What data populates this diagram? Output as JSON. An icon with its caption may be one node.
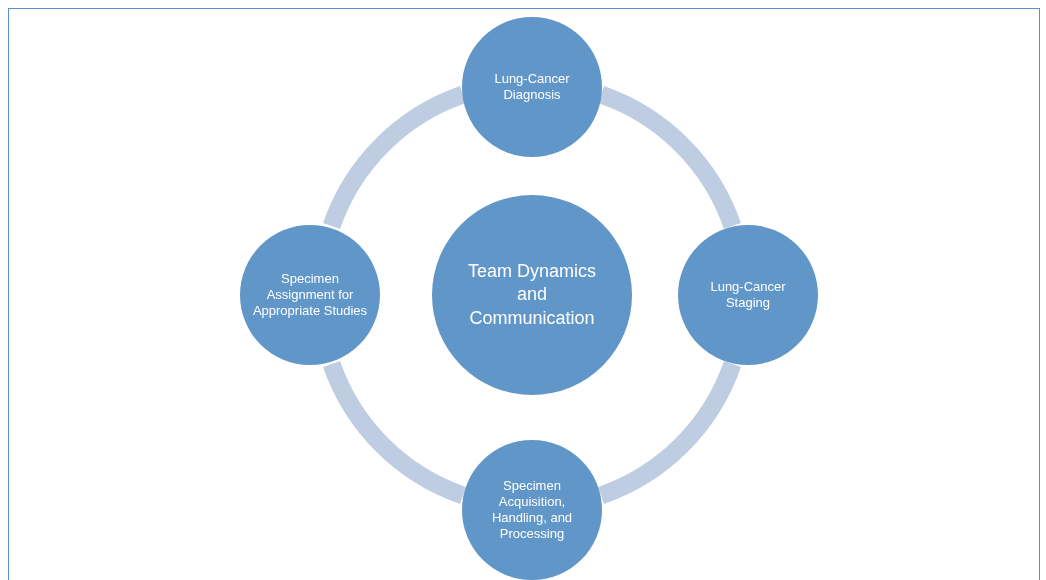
{
  "diagram": {
    "nodes": [
      {
        "text": [
          "Lung-Cancer Diagnosis"
        ]
      },
      {
        "text": [
          "Specimen Assignment for Appropriate Studies"
        ]
      },
      {
        "text": [
          "Team Dynamics and Communication"
        ]
      },
      {
        "text": [
          "Lung-Cancer Staging"
        ]
      },
      {
        "text": [
          "Specimen Acquisition, Handling, and Processing"
        ]
      }
    ],
    "edges": [
      {
        "from": 0,
        "to": 3,
        "arrow": "none"
      },
      {
        "from": 3,
        "to": 4,
        "arrow": "none"
      },
      {
        "from": 4,
        "to": 1,
        "arrow": "none"
      },
      {
        "from": 1,
        "to": 0,
        "arrow": "none"
      }
    ]
  }
}
